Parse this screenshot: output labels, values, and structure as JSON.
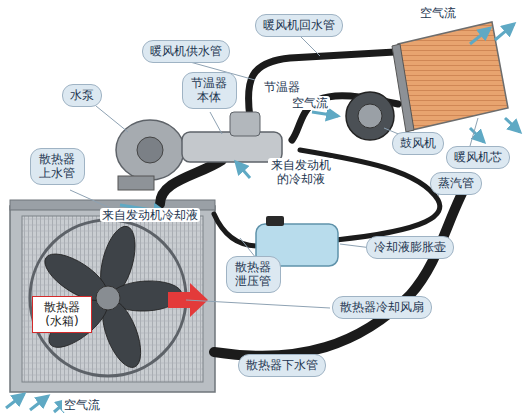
{
  "diagram": {
    "nodes": [
      {
        "text": [
          "暖风机回水管"
        ]
      },
      {
        "text": [
          "暖风机供水管"
        ]
      },
      {
        "text": [
          "水泵"
        ]
      },
      {
        "text": [
          "节温器 本体"
        ]
      },
      {
        "text": [
          "鼓风机"
        ]
      },
      {
        "text": [
          "暖风机芯"
        ]
      },
      {
        "text": [
          "散热器 上水管"
        ]
      },
      {
        "text": [
          "蒸汽管"
        ]
      },
      {
        "text": [
          "散热器 泄压管"
        ]
      },
      {
        "text": [
          "冷却液膨胀壶"
        ]
      },
      {
        "text": [
          "散热器 (水箱)"
        ]
      },
      {
        "text": [
          "散热器冷却风扇"
        ]
      },
      {
        "text": [
          "散热器下水管"
        ]
      }
    ],
    "labels": [
      "空气流",
      "节温器",
      "空气流",
      "来自发动机 的冷却液",
      "来自发动机冷却液",
      "空气流"
    ]
  }
}
